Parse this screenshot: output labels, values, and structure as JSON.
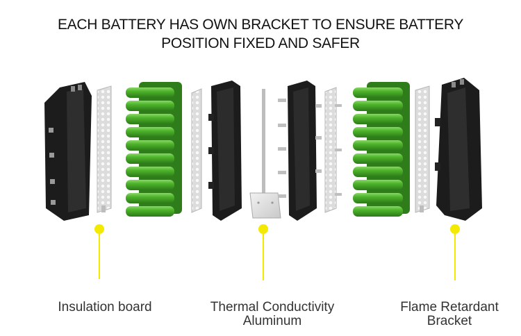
{
  "header": {
    "line1": "EACH BATTERY HAS OWN BRACKET TO ENSURE BATTERY",
    "line2": "POSITION FIXED AND SAFER"
  },
  "callouts": [
    {
      "line1": "Insulation board",
      "line2": ""
    },
    {
      "line1": "Thermal Conductivity",
      "line2": "Aluminum"
    },
    {
      "line1": "Flame Retardant",
      "line2": "Bracket"
    }
  ],
  "colors": {
    "marker": "#f4e900",
    "cell": "#4caf2a",
    "bracket": "#1c1c1c"
  }
}
